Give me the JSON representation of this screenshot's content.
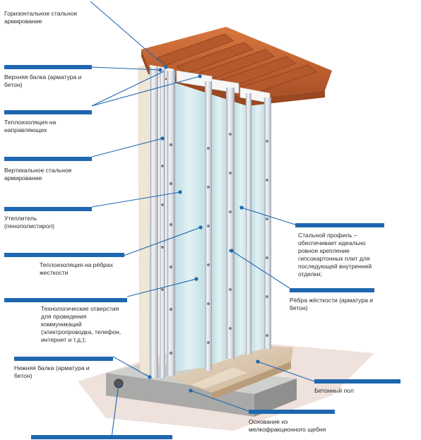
{
  "colors": {
    "accent_blue": "#1f67b0",
    "wood": "#c9683a",
    "steel": "#d9dde4",
    "insulation": "#cfe6ea",
    "concrete": "#b9b9b7",
    "floor": "#dcc9b3"
  },
  "labels": {
    "horizontal_reinforcement": "Горизонтальное стальное армирование",
    "top_beam": "Верхняя балка (арматура и бетон)",
    "guide_insulation": "Теплоизоляция на направляющих",
    "vertical_reinforcement": "Вертикальное стальное армирование",
    "insulation": "Утеплитель (пенополистирол)",
    "rib_insulation": "Теплоизоляция на рёбрах жесткости",
    "tech_holes": "Технологические отверстия для проведения коммуникаций (электропроводка, телефон, интернет и т.д.);",
    "bottom_beam": "Нижняя балка (арматура и бетон)",
    "steel_profile": "Стальной профиль – обеспечивает идеально ровное  крепление гипсокартонных плит для последующей внутренней отделки;",
    "stiff_ribs": "Рёбра жёсткости (арматура и бетон)",
    "concrete_floor": "Бетонный пол",
    "gravel_base": "Основание из мелкофракционного щебня"
  }
}
